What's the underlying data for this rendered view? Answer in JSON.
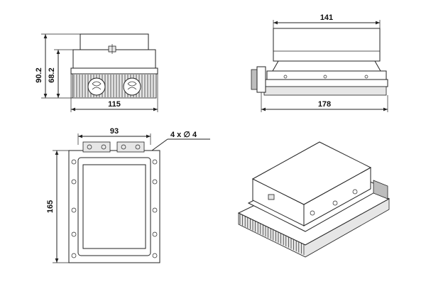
{
  "views": {
    "front": {
      "width_label": "115",
      "height_total_label": "90.2",
      "height_partial_label": "68.2"
    },
    "side": {
      "top_width_label": "141",
      "bottom_width_label": "178"
    },
    "top": {
      "hole_spacing_label": "93",
      "length_label": "165",
      "hole_callout": "4 x ∅ 4"
    }
  },
  "colors": {
    "line": "#222222",
    "fill_light": "#e6e6e6",
    "fill_dark": "#bdbdbd",
    "background": "#ffffff"
  }
}
